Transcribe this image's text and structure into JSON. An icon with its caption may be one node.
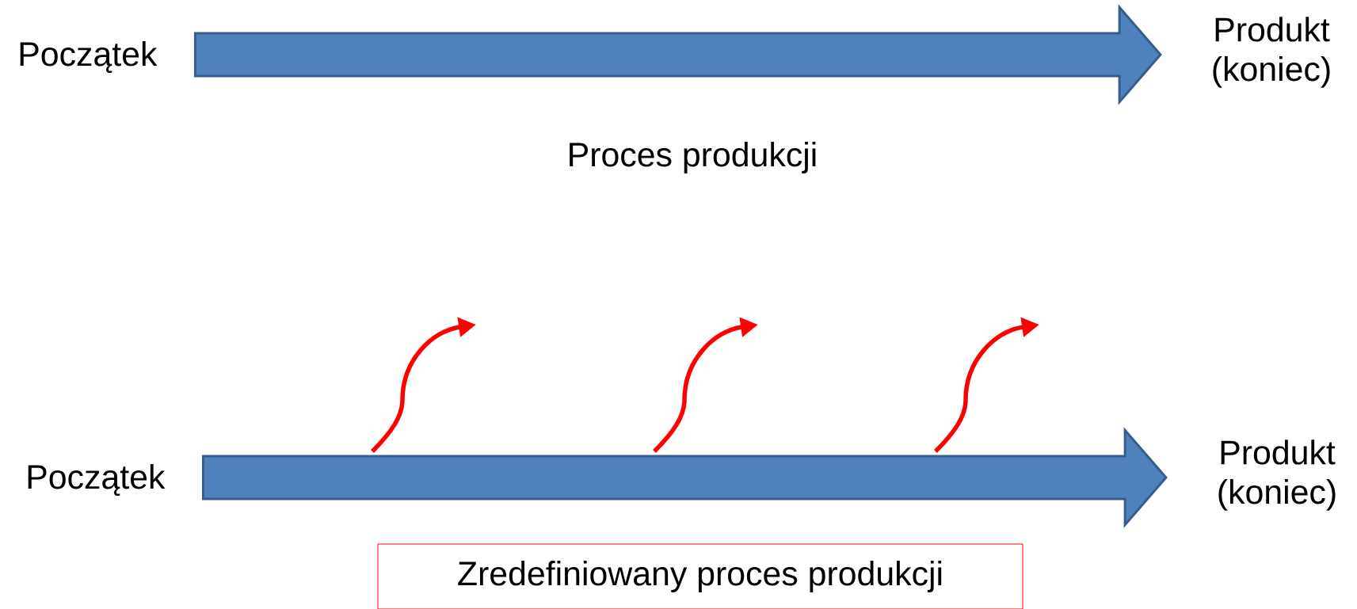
{
  "diagram": {
    "nodes": [
      {
        "text": [
          "Początek"
        ]
      },
      {
        "text": [
          "Produkt (koniec)"
        ]
      },
      {
        "text": [
          "Początek"
        ]
      },
      {
        "text": [
          "Produkt (koniec)"
        ]
      },
      {
        "text": [
          "Zredefiniowany proces produkcji"
        ]
      }
    ],
    "edges": [
      {
        "from": 0,
        "to": 1,
        "arrow": "to"
      },
      {
        "from": 2,
        "to": 3,
        "arrow": "to"
      }
    ],
    "labels": [
      "Proces produkcji"
    ]
  }
}
